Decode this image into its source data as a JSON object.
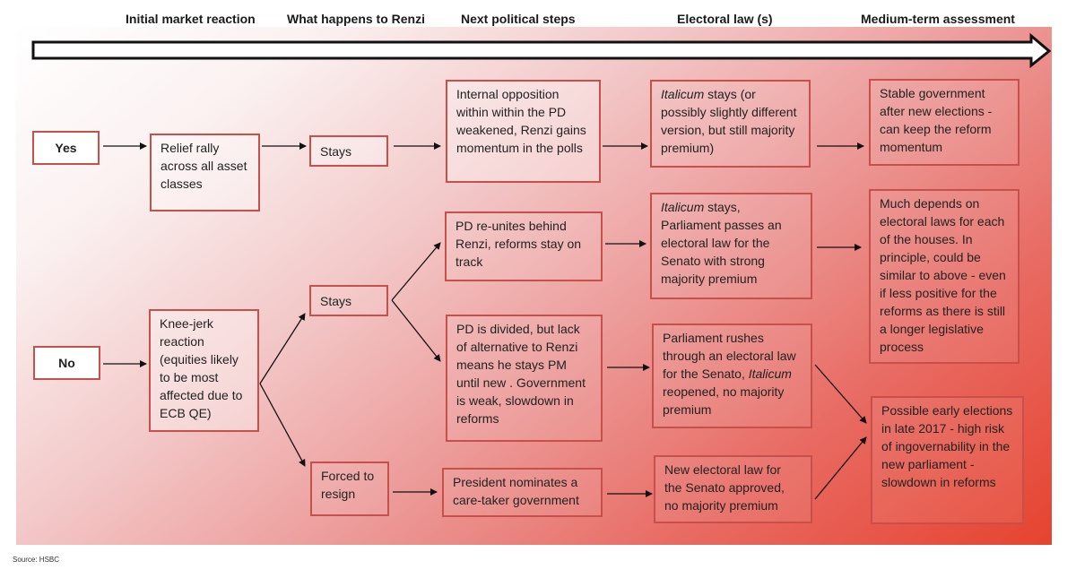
{
  "columns": [
    "Initial market reaction",
    "What happens to Renzi",
    "Next political steps",
    "Electoral law (s)",
    "Medium-term assessment"
  ],
  "outcomes": {
    "yes": "Yes",
    "no": "No"
  },
  "nodes": {
    "relief_rally": "Relief rally across all asset classes",
    "knee_jerk": "Knee-jerk reaction (equities likely to be most affected due to ECB QE)",
    "yes_stays": "Stays",
    "no_stays": "Stays",
    "forced_resign": "Forced to resign",
    "internal_opposition": "Internal opposition within within the PD weakened, Renzi gains momentum in the polls",
    "pd_reunites": "PD re-unites behind Renzi,  reforms stay on track",
    "pd_divided": "PD is divided, but lack of alternative to Renzi means he stays PM until new . Government is weak, slowdown in reforms",
    "president_nominates": "President nominates a care-taker government",
    "law_yes_italic": "Italicum",
    "law_yes_rest": " stays (or possibly slightly different version, but still majority premium)",
    "law_reunite_italic": "Italicum",
    "law_reunite_rest": " stays, Parliament passes an electoral law for the Senato with strong majority premium",
    "law_divided_pre": "Parliament rushes through an electoral law for the Senato, ",
    "law_divided_italic": "Italicum",
    "law_divided_post": " reopened,  no majority premium",
    "law_resign": "New electoral law for the Senato approved, no majority premium",
    "assess_stable": "Stable government after new elections - can keep the reform momentum",
    "assess_depends": "Much depends on electoral laws for each of the houses. In principle, could be similar to above - even if less positive for the reforms as there is still a longer legislative process",
    "assess_early": "Possible early elections in late 2017 - high risk of ingovernability in the new parliament - slowdown in reforms"
  },
  "source": "Source: HSBC",
  "colors": {
    "box_border": "#c8504a",
    "gradient_end": "#e6432f"
  }
}
